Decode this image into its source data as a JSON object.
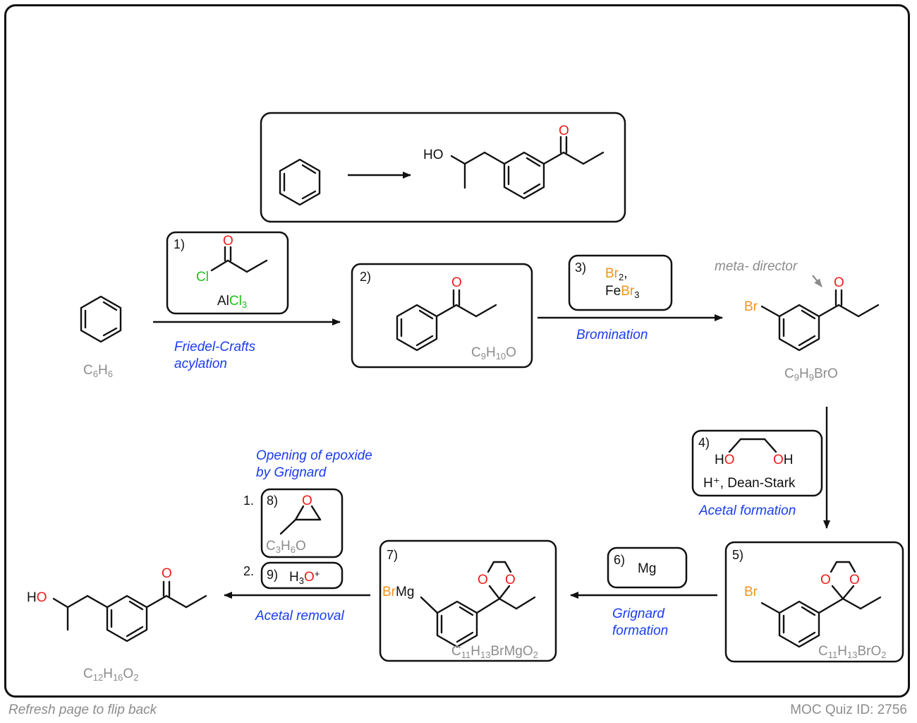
{
  "summary": {
    "target": "HO / O (1-(3-(2-hydroxypropyl)phenyl)propan-1-one)"
  },
  "steps": [
    {
      "num": "1)",
      "reagent": "AlCl3",
      "reaction": "Friedel-Crafts acylation"
    },
    {
      "num": "2)",
      "product_formula": "C9H10O"
    },
    {
      "num": "3)",
      "reagent": "Br2, FeBr3",
      "reaction": "Bromination"
    },
    {
      "num": "4)",
      "reagent": "HO OH, H+, Dean-Stark",
      "reaction": "Acetal formation"
    },
    {
      "num": "5)",
      "product_formula": "C11H13BrO2"
    },
    {
      "num": "6)",
      "reagent": "Mg",
      "reaction": "Grignard formation"
    },
    {
      "num": "7)",
      "product_formula": "C11H13BrMgO2"
    },
    {
      "num": "8)",
      "reagent": "C3H6O",
      "reaction": "Opening of epoxide by Grignard"
    },
    {
      "num": "9)",
      "reagent": "H3O+",
      "reaction": "Acetal removal"
    }
  ],
  "labels": {
    "step1_num": "1)",
    "step2_num": "2)",
    "step3_num": "3)",
    "step4_num": "4)",
    "step5_num": "5)",
    "step6_num": "6)",
    "step7_num": "7)",
    "step8_num": "8)",
    "step9_num": "9)",
    "seq1": "1.",
    "seq2": "2.",
    "fc_line1": "Friedel-Crafts",
    "fc_line2": "acylation",
    "bromination": "Bromination",
    "acetal_formation": "Acetal formation",
    "grignard_line1": "Grignard",
    "grignard_line2": "formation",
    "epox_line1": "Opening of epoxide",
    "epox_line2": "by Grignard",
    "acetal_removal": "Acetal removal",
    "meta_director": "meta- director",
    "dean_stark": "H⁺, Dean-Stark",
    "mg": "Mg"
  },
  "formulas": {
    "benzene": "C6H6",
    "step2": "C9H10O",
    "step3": "C9H9BrO",
    "step5": "C11H13BrO2",
    "step7": "C11H13BrMgO2",
    "epoxide": "C3H6O",
    "final": "C12H16O2"
  },
  "atoms": {
    "O": "O",
    "HO": "HO",
    "H": "H",
    "Cl": "Cl",
    "Br": "Br",
    "BrMg": "BrMg",
    "Al": "Al",
    "Fe": "Fe",
    "H3O": "H",
    "plus": "+"
  },
  "footer": {
    "left": "Refresh page to flip back",
    "right": "MOC Quiz ID: 2756"
  },
  "colors": {
    "oxygen": "#ee1c1c",
    "chlorine": "#1fbf1f",
    "bromine": "#f2931d",
    "reaction_label": "#1a3cf0",
    "formula": "#8c8c8c"
  }
}
